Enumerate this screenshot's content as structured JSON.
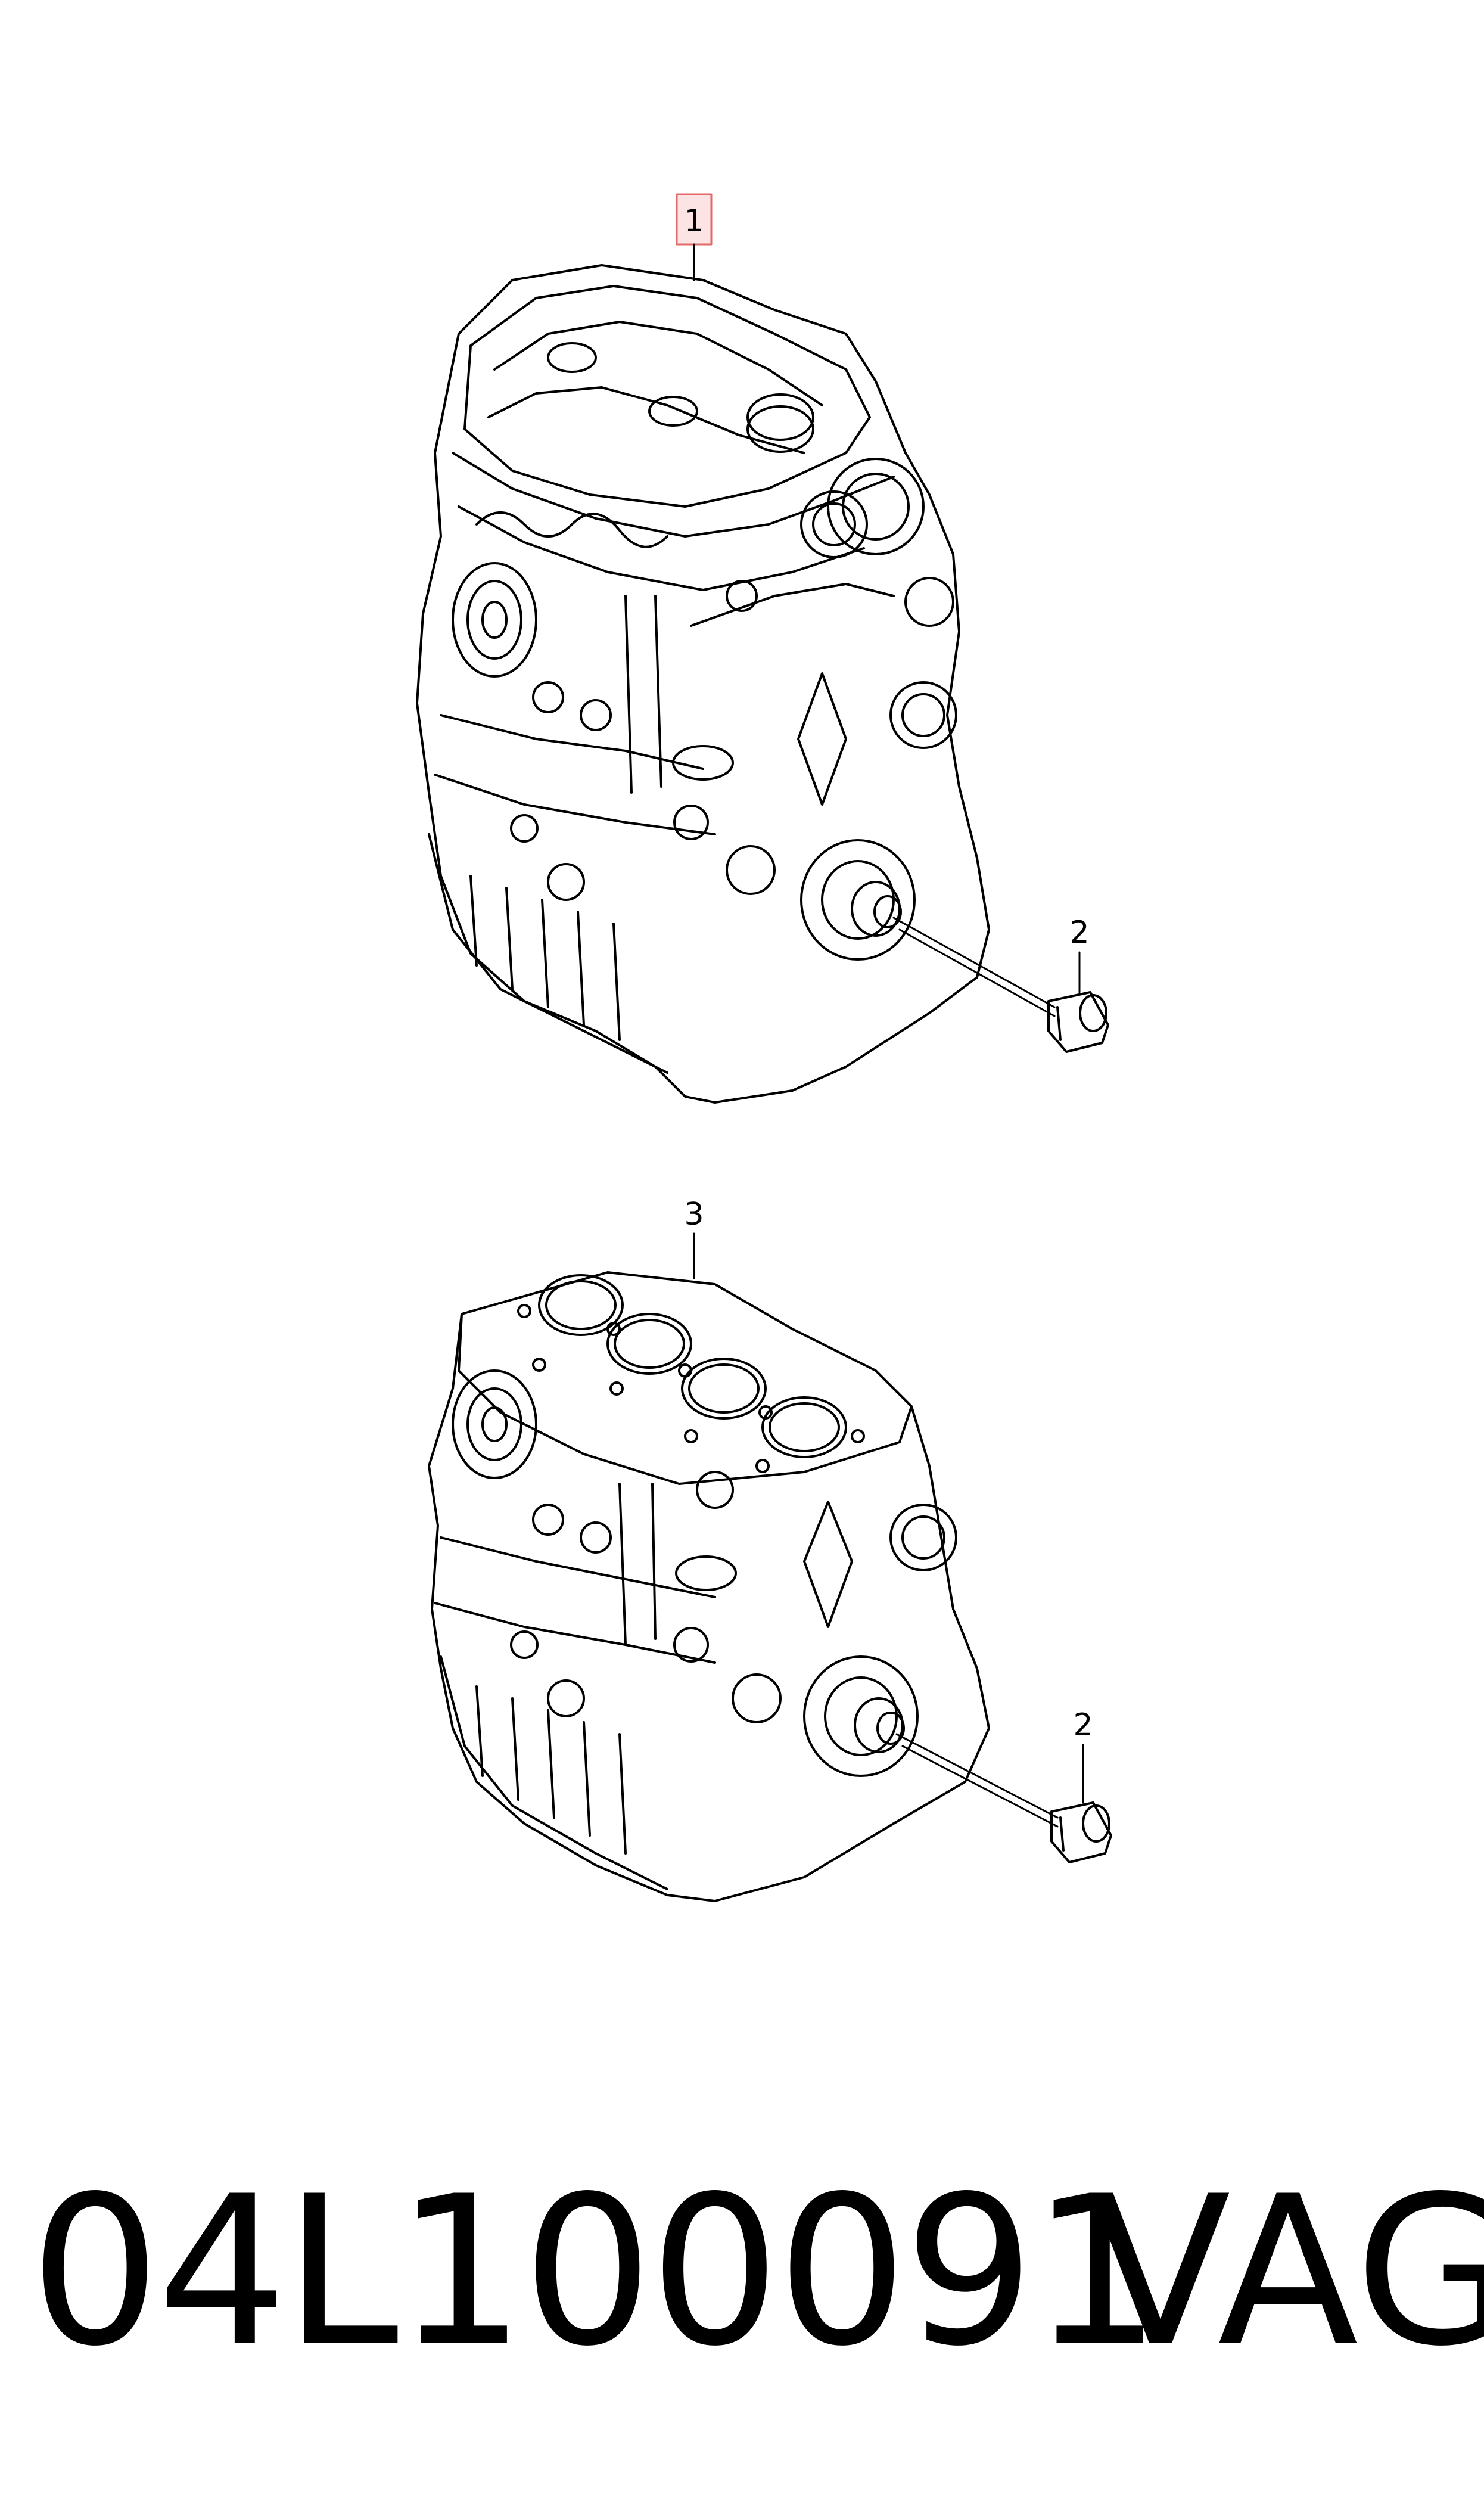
{
  "callouts": {
    "long_block_label": "1",
    "plug_label_top": "2",
    "short_block_label": "3",
    "plug_label_bottom": "2"
  },
  "footer": {
    "part_number": "04L100091",
    "brand": "VAG"
  },
  "colors": {
    "line": "#000000",
    "highlight_fill": "#fde4e4",
    "highlight_stroke": "#e06a6a"
  }
}
